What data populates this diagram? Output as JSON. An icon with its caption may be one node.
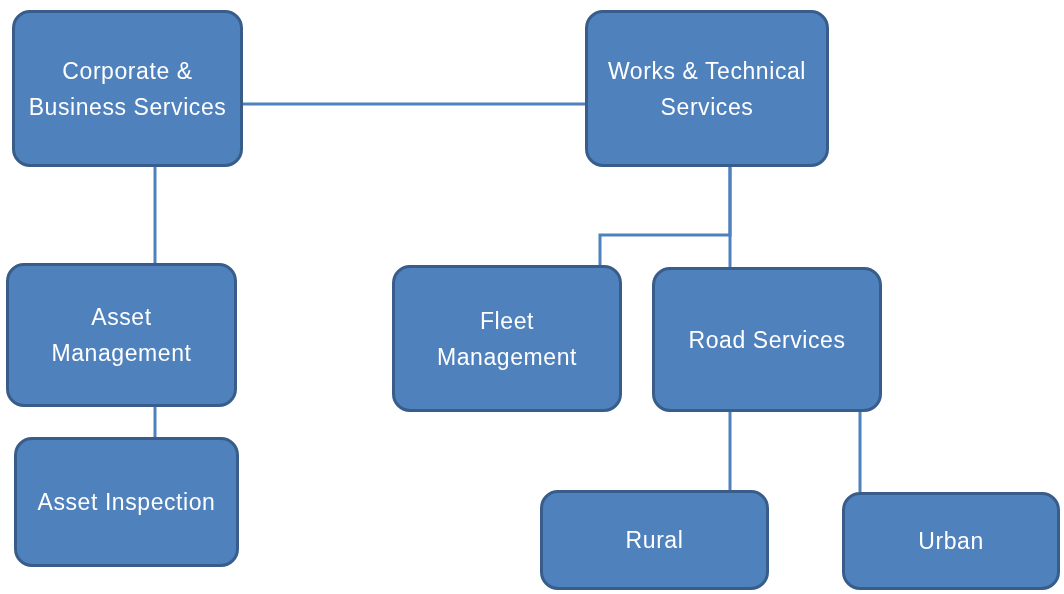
{
  "diagram": {
    "nodes": [
      {
        "text": [
          "Corporate & Business Services"
        ]
      },
      {
        "text": [
          "Works & Technical Services"
        ]
      },
      {
        "text": [
          "Asset Management"
        ]
      },
      {
        "text": [
          "Asset Inspection"
        ]
      },
      {
        "text": [
          "Fleet Management"
        ]
      },
      {
        "text": [
          "Road Services"
        ]
      },
      {
        "text": [
          "Rural"
        ]
      },
      {
        "text": [
          "Urban"
        ]
      }
    ],
    "edges": [
      {
        "from": 0,
        "to": 1,
        "arrow": "none"
      },
      {
        "from": 0,
        "to": 2,
        "arrow": "none"
      },
      {
        "from": 2,
        "to": 3,
        "arrow": "none"
      },
      {
        "from": 1,
        "to": 4,
        "arrow": "none"
      },
      {
        "from": 1,
        "to": 5,
        "arrow": "none"
      },
      {
        "from": 5,
        "to": 6,
        "arrow": "none"
      },
      {
        "from": 5,
        "to": 7,
        "arrow": "none"
      }
    ]
  }
}
